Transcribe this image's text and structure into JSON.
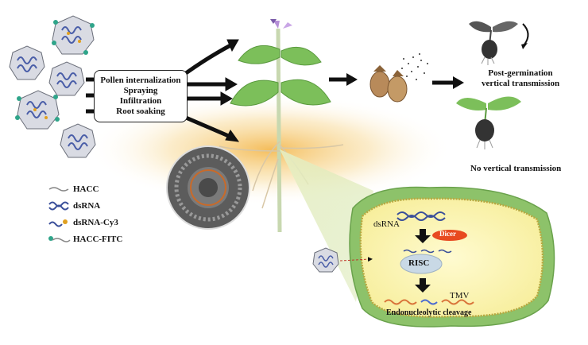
{
  "methods": [
    "Pollen internalization",
    "Spraying",
    "Infiltration",
    "Root soaking"
  ],
  "outcomes": {
    "post_germination": [
      "Post-germination",
      "vertical transmission"
    ],
    "no_vertical": "No vertical transmission"
  },
  "legend": [
    {
      "label": "HACC",
      "icon": "hacc-strand-icon"
    },
    {
      "label": "dsRNA",
      "icon": "dsrna-helix-icon"
    },
    {
      "label": "dsRNA-Cy3",
      "icon": "dsrna-cy3-icon"
    },
    {
      "label": "HACC-FITC",
      "icon": "hacc-fitc-icon"
    }
  ],
  "cell": {
    "dsrna": "dsRNA",
    "dicer": "Dicer",
    "risc": "RISC",
    "tmv": "TMV",
    "cleavage": "Endonucleolytic cleavage"
  },
  "colors": {
    "leaf": "#7cbf5a",
    "cell_wall": "#8dc26a",
    "cytoplasm": "#fff8b8",
    "glow": "#f3c060",
    "dicer": "#e84a20",
    "risc": "#c9d9e6"
  }
}
